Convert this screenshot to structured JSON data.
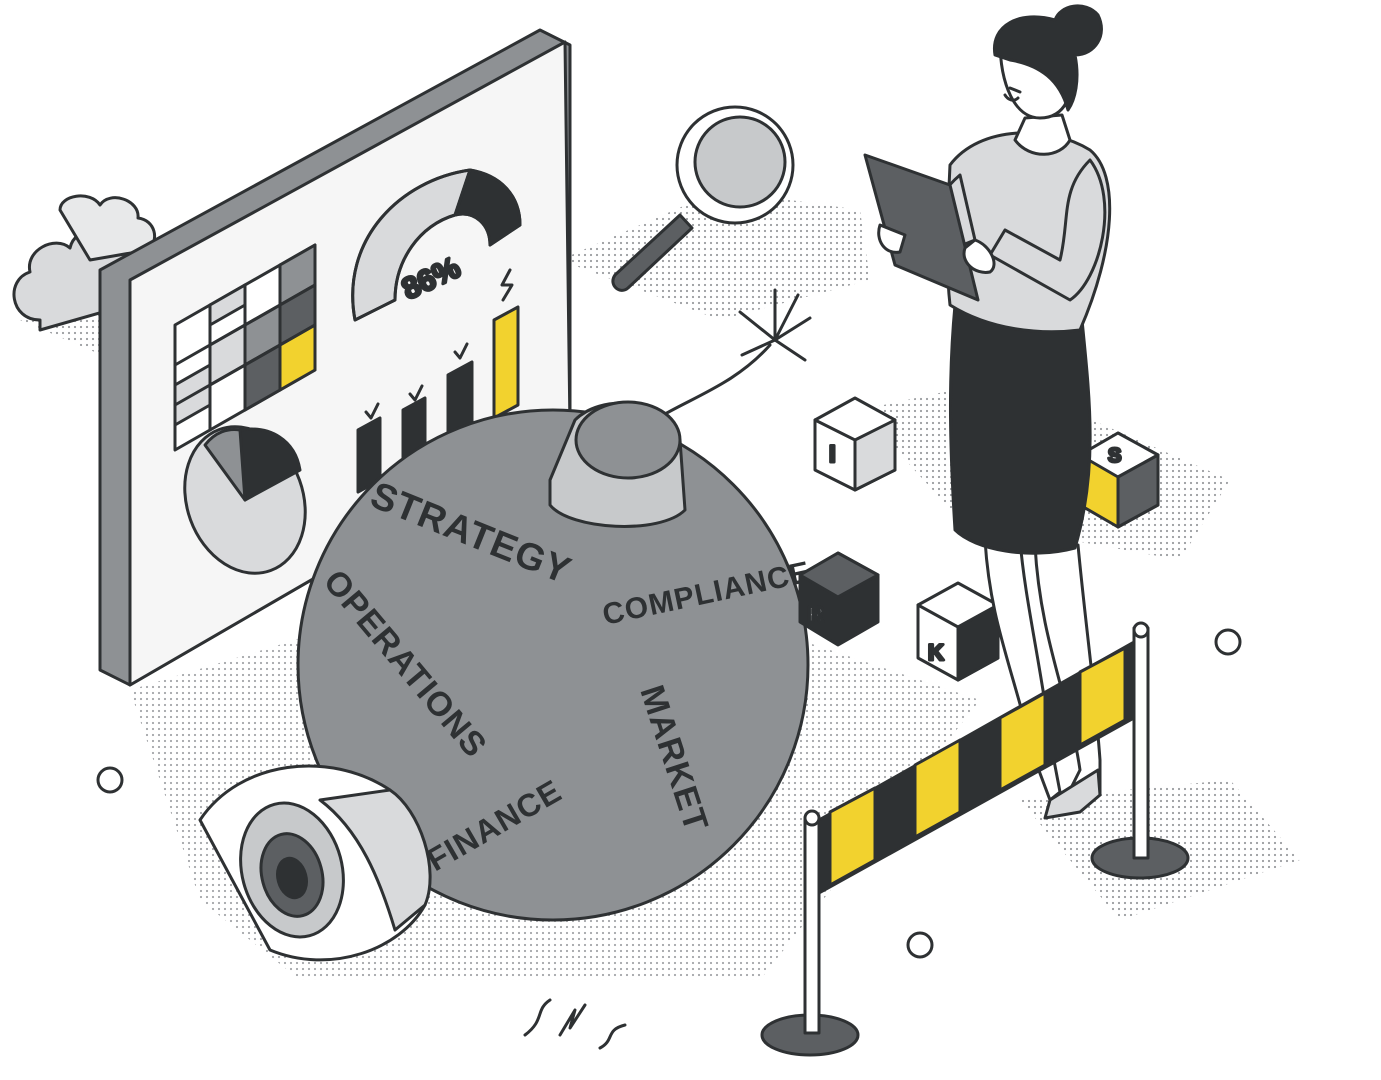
{
  "dashboard": {
    "gauge_value": "86%"
  },
  "bomb": {
    "words": {
      "strategy": "STRATEGY",
      "compliance": "COMPLIANCE",
      "operations": "OPERATIONS",
      "market": "MARKET",
      "finance": "FINANCE"
    }
  },
  "letter_cubes": {
    "i": "I",
    "s": "S",
    "r": "R",
    "k": "K"
  },
  "colors": {
    "ink": "#2e3133",
    "accent_yellow": "#f2d22e",
    "mid_gray": "#8e9194",
    "light_gray": "#d9dadc",
    "dark_gray": "#5c5f62"
  },
  "icons": [
    "cloud-icon",
    "magnifier-icon",
    "eye-icon",
    "bomb-icon",
    "barrier-icon"
  ]
}
